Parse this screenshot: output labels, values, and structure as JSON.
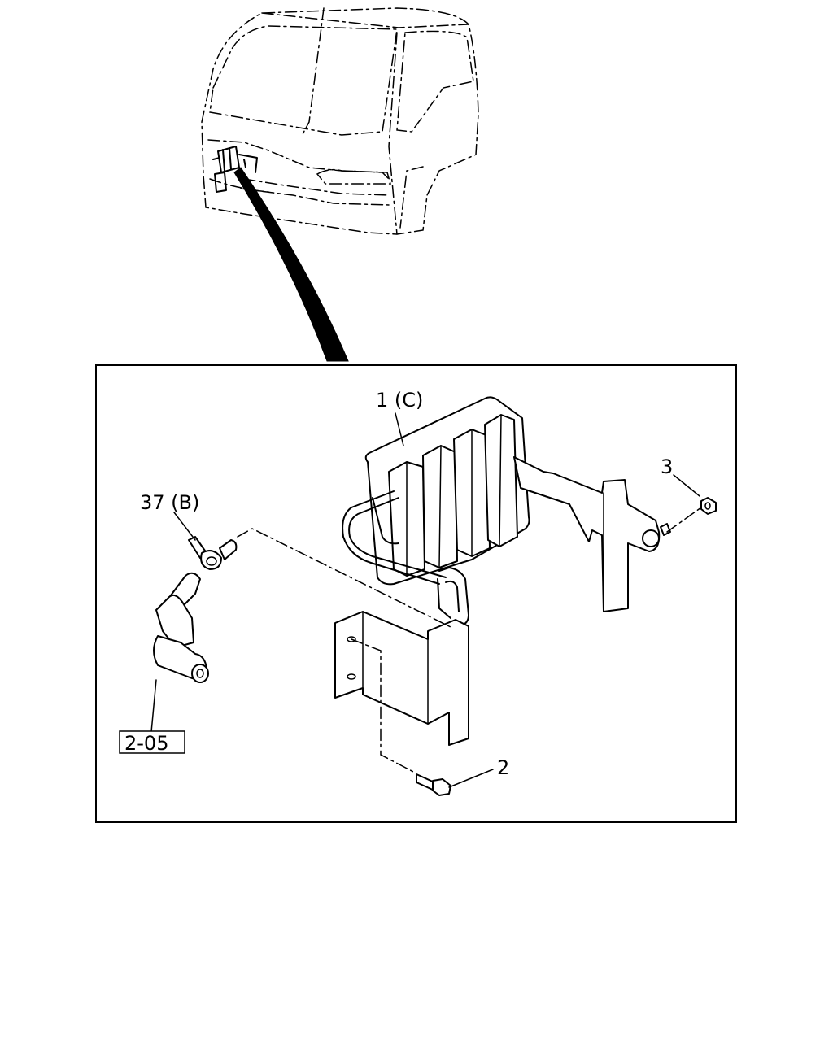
{
  "callouts": {
    "part_1": "1 (C)",
    "part_2": "2",
    "part_3": "3",
    "part_37": "37 (B)",
    "ref_box": "2-05"
  },
  "colors": {
    "ink": "#000000",
    "paper": "#ffffff"
  }
}
